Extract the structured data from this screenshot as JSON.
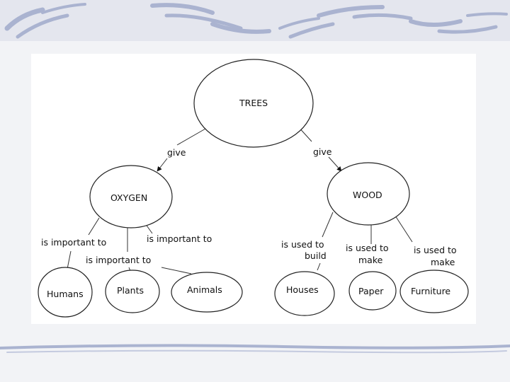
{
  "slide": {
    "accent_color": "#9aa6c8",
    "background_color": "#f2f3f6"
  },
  "concept_map": {
    "root": "TREES",
    "branches": [
      {
        "link": "give",
        "concept": "OXYGEN"
      },
      {
        "link": "give",
        "concept": "WOOD"
      }
    ],
    "oxygen_links": [
      "is important to",
      "is important to",
      "is important to"
    ],
    "oxygen_children": [
      "Humans",
      "Plants",
      "Animals"
    ],
    "wood_links": [
      [
        "is used to",
        "build"
      ],
      [
        "is used to",
        "make"
      ],
      [
        "is used to",
        "make"
      ]
    ],
    "wood_children": [
      "Houses",
      "Paper",
      "Furniture"
    ]
  }
}
